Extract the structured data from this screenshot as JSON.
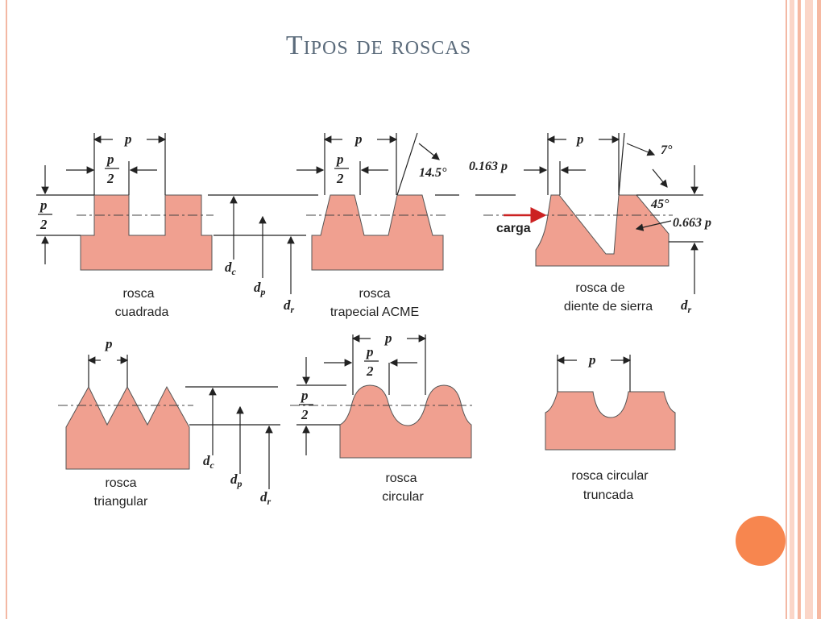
{
  "title": "Tipos de roscas",
  "colors": {
    "accent": "#f7864f",
    "thread_fill": "#f0a090",
    "frame": "#f3b8a4",
    "load_arrow": "#cc2222"
  },
  "labels": {
    "square": [
      "rosca",
      "cuadrada"
    ],
    "acme": [
      "rosca",
      "trapecial ACME"
    ],
    "buttress": [
      "rosca de",
      "diente de sierra"
    ],
    "triangular": [
      "rosca",
      "triangular"
    ],
    "circular": [
      "rosca",
      "circular"
    ],
    "truncated": [
      "rosca circular",
      "truncada"
    ]
  },
  "symbols": {
    "p": "p",
    "half_num": "p",
    "half_den": "2",
    "dc": "d",
    "dc_sub": "c",
    "dp": "d",
    "dp_sub": "p",
    "dr": "d",
    "dr_sub": "r",
    "angle_acme": "14.5°",
    "dim_0163": "0.163 p",
    "angle_7": "7°",
    "angle_45": "45°",
    "dim_0663": "0.663 p",
    "load": "carga"
  }
}
